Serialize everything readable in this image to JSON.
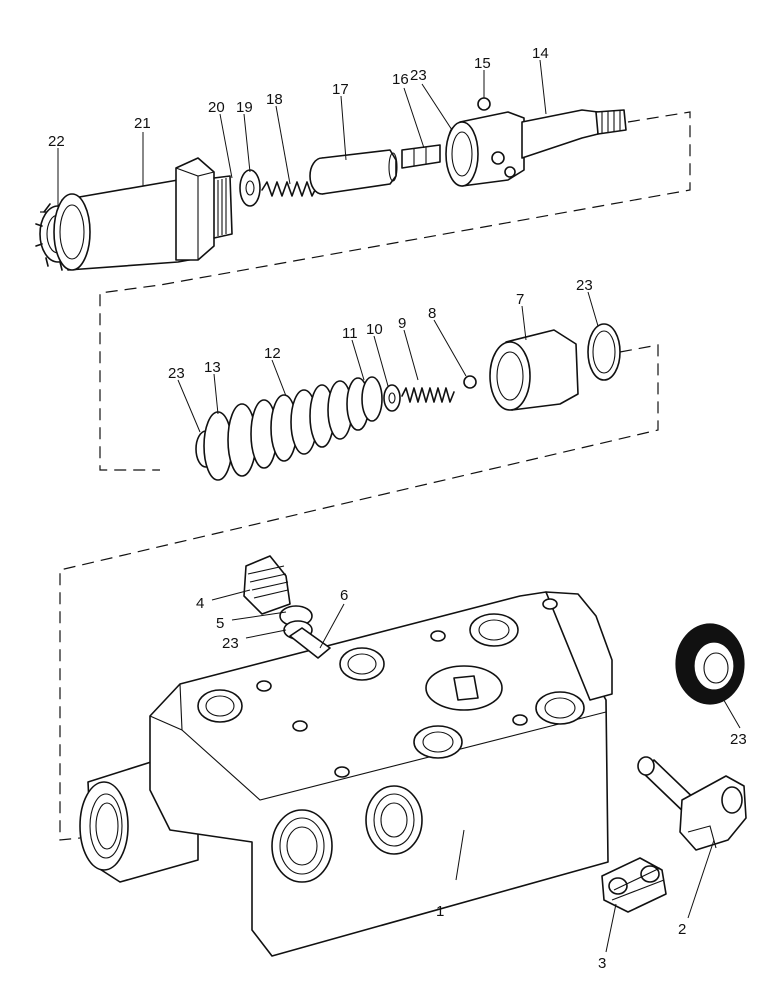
{
  "diagram": {
    "labels": {
      "n1": "1",
      "n2": "2",
      "n3": "3",
      "n4": "4",
      "n5": "5",
      "n6": "6",
      "n7": "7",
      "n8": "8",
      "n9": "9",
      "n10": "10",
      "n11": "11",
      "n12": "12",
      "n13": "13",
      "n14": "14",
      "n15": "15",
      "n16": "16",
      "n17": "17",
      "n18": "18",
      "n19": "19",
      "n20": "20",
      "n21": "21",
      "n22": "22",
      "n23a": "23",
      "n23b": "23",
      "n23c": "23",
      "n23d": "23",
      "n23e": "23"
    }
  }
}
